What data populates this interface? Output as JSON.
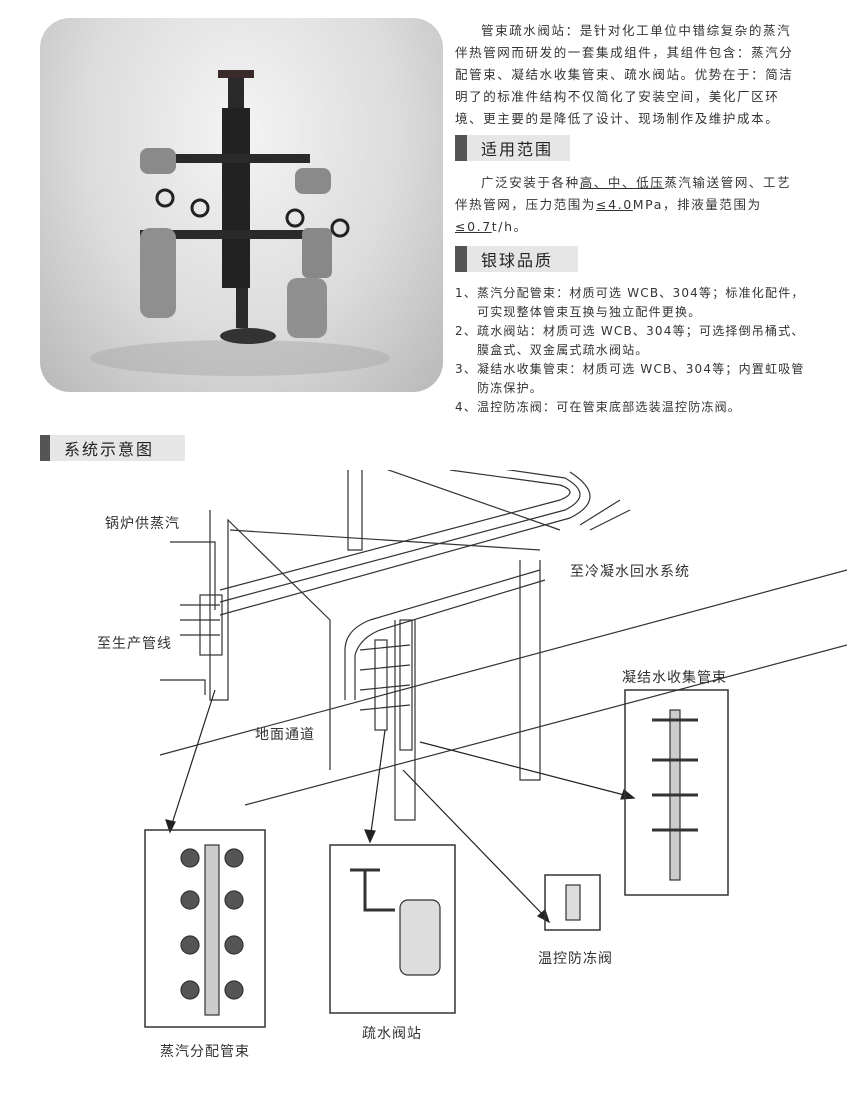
{
  "intro": {
    "text": "管束疏水阀站：是针对化工单位中错综复杂的蒸汽伴热管网而研发的一套集成组件，其组件包含：蒸汽分配管束、凝结水收集管束、疏水阀站。优势在于：简洁明了的标准件结构不仅简化了安装空间，美化厂区环境、更主要的是降低了设计、现场制作及维护成本。"
  },
  "scope": {
    "heading": "适用范围",
    "text_a": "广泛安装于各种",
    "text_b": "高、中、低压",
    "text_c": "蒸汽输送管网、工艺伴热管网，压力范围为",
    "pressure": "≤4.0",
    "text_d": "MPa，排液量范围为",
    "flow": "≤0.7",
    "text_e": "t/h。"
  },
  "quality": {
    "heading": "银球品质",
    "items": [
      {
        "num": "1、",
        "text": "蒸汽分配管束：材质可选 WCB、304等；标准化配件，可实现整体管束互换与独立配件更换。"
      },
      {
        "num": "2、",
        "text": "疏水阀站：材质可选 WCB、304等；可选择倒吊桶式、膜盒式、双金属式疏水阀站。"
      },
      {
        "num": "3、",
        "text": "凝结水收集管束：材质可选 WCB、304等；内置虹吸管防冻保护。"
      },
      {
        "num": "4、",
        "text": "温控防冻阀：可在管束底部选装温控防冻阀。"
      }
    ]
  },
  "system": {
    "heading": "系统示意图",
    "labels": {
      "boiler_steam": "锅炉供蒸汽",
      "to_production": "至生产管线",
      "ground_passage": "地面通道",
      "to_condensate_return": "至冷凝水回水系统",
      "condensate_manifold": "凝结水收集管束",
      "antifreeze_valve": "温控防冻阀",
      "trap_station": "疏水阀站",
      "steam_manifold": "蒸汽分配管束"
    }
  }
}
